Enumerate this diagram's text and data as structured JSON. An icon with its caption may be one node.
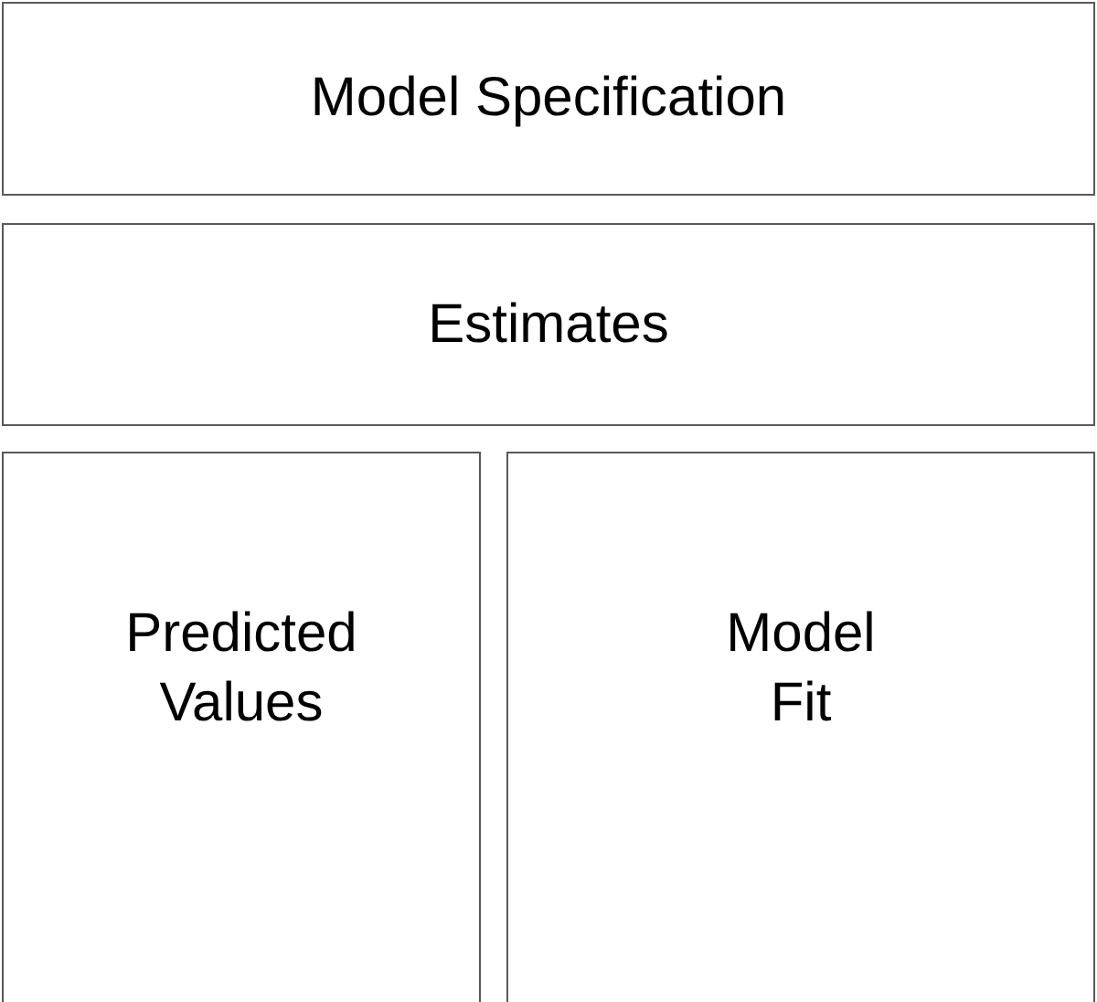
{
  "diagram": {
    "nodes": [
      {
        "text": [
          "Model Specification"
        ]
      },
      {
        "text": [
          "Estimates"
        ]
      },
      {
        "text": [
          "Predicted Values"
        ]
      },
      {
        "text": [
          "Model Fit"
        ]
      }
    ]
  }
}
